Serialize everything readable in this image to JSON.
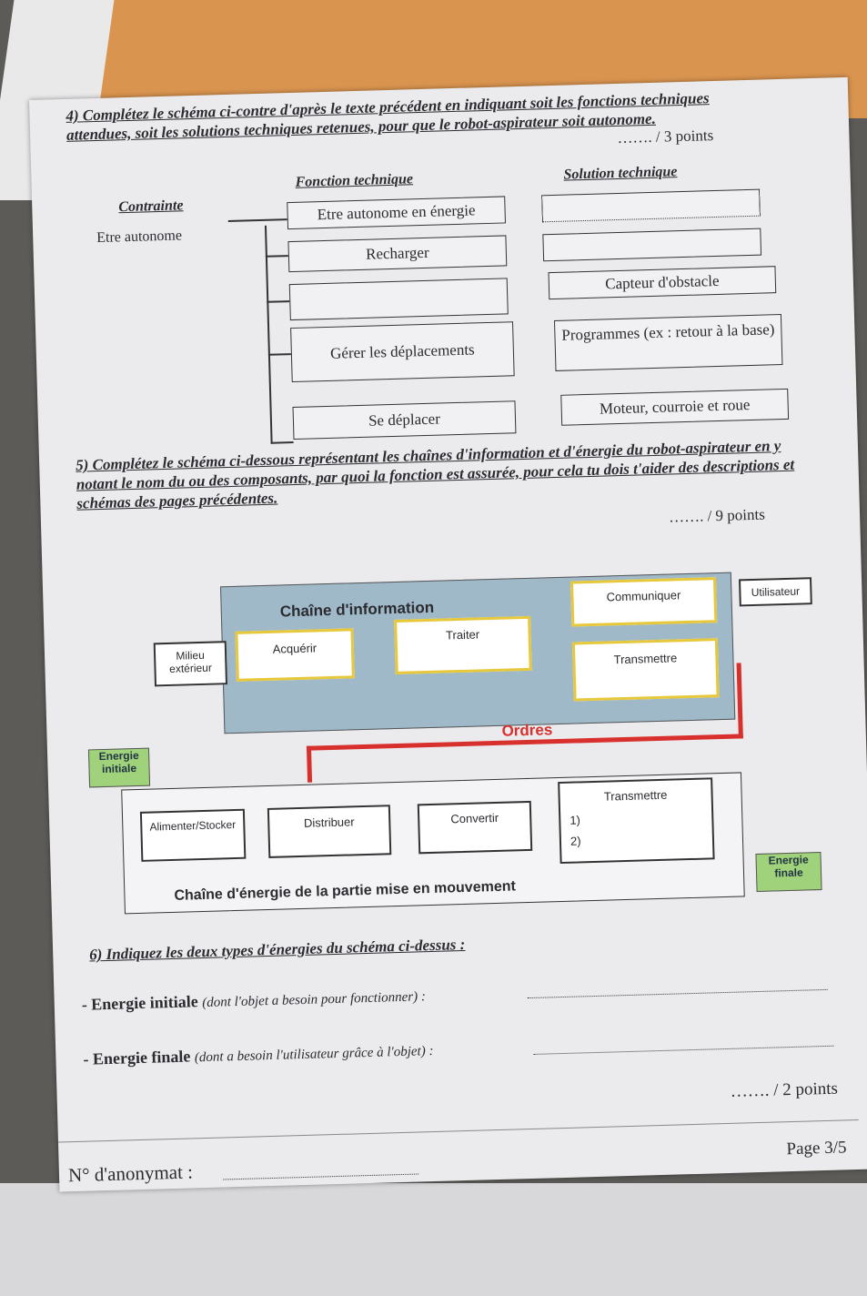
{
  "q4": {
    "text": "4) Complétez le schéma ci-contre d'après le texte précédent en indiquant soit les fonctions techniques attendues, soit les solutions techniques retenues, pour que le robot-aspirateur soit autonome.",
    "points": "……. / 3 points",
    "col_contrainte": "Contrainte",
    "col_fonction": "Fonction technique",
    "col_solution": "Solution technique",
    "contrainte": "Etre autonome",
    "rows": [
      {
        "fonction": "Etre autonome en énergie",
        "solution": ""
      },
      {
        "fonction": "Recharger",
        "solution": ""
      },
      {
        "fonction": "",
        "solution": "Capteur d'obstacle"
      },
      {
        "fonction": "Gérer les déplacements",
        "solution": "Programmes (ex : retour à la base)"
      },
      {
        "fonction": "Se déplacer",
        "solution": "Moteur, courroie et roue"
      }
    ]
  },
  "q5": {
    "text": "5) Complétez le schéma ci-dessous représentant les chaînes d'information et d'énergie du robot-aspirateur en y notant le nom du ou des composants, par quoi la fonction est assurée, pour cela tu dois t'aider des descriptions et schémas des pages précédentes.",
    "points": "……. / 9 points",
    "info_title": "Chaîne d'information",
    "milieu": "Milieu extérieur",
    "acquerir": "Acquérir",
    "traiter": "Traiter",
    "communiquer": "Communiquer",
    "transmettre_info": "Transmettre",
    "utilisateur": "Utilisateur",
    "ordres": "Ordres",
    "energie_initiale": "Energie initiale",
    "alimenter": "Alimenter/Stocker",
    "distribuer": "Distribuer",
    "convertir": "Convertir",
    "transmettre_energie": "Transmettre",
    "item1": "1)",
    "item2": "2)",
    "energie_finale": "Energie finale",
    "energy_title": "Chaîne d'énergie de la partie mise en mouvement"
  },
  "q6": {
    "text": "6) Indiquez les deux types d'énergies du schéma ci-dessus :",
    "initiale_label": "- Energie initiale",
    "initiale_hint": "(dont l'objet a besoin pour fonctionner) :",
    "finale_label": "- Energie finale",
    "finale_hint": "(dont a besoin l'utilisateur grâce à l'objet) :",
    "points": "……. / 2 points"
  },
  "footer": {
    "anonymat": "N° d'anonymat :",
    "page": "Page 3/5"
  },
  "colors": {
    "info_bg": "#9fb9c9",
    "energy_green": "#9fd27a",
    "ordres_red": "#d8302c",
    "highlight_yellow": "#e6c83a"
  }
}
